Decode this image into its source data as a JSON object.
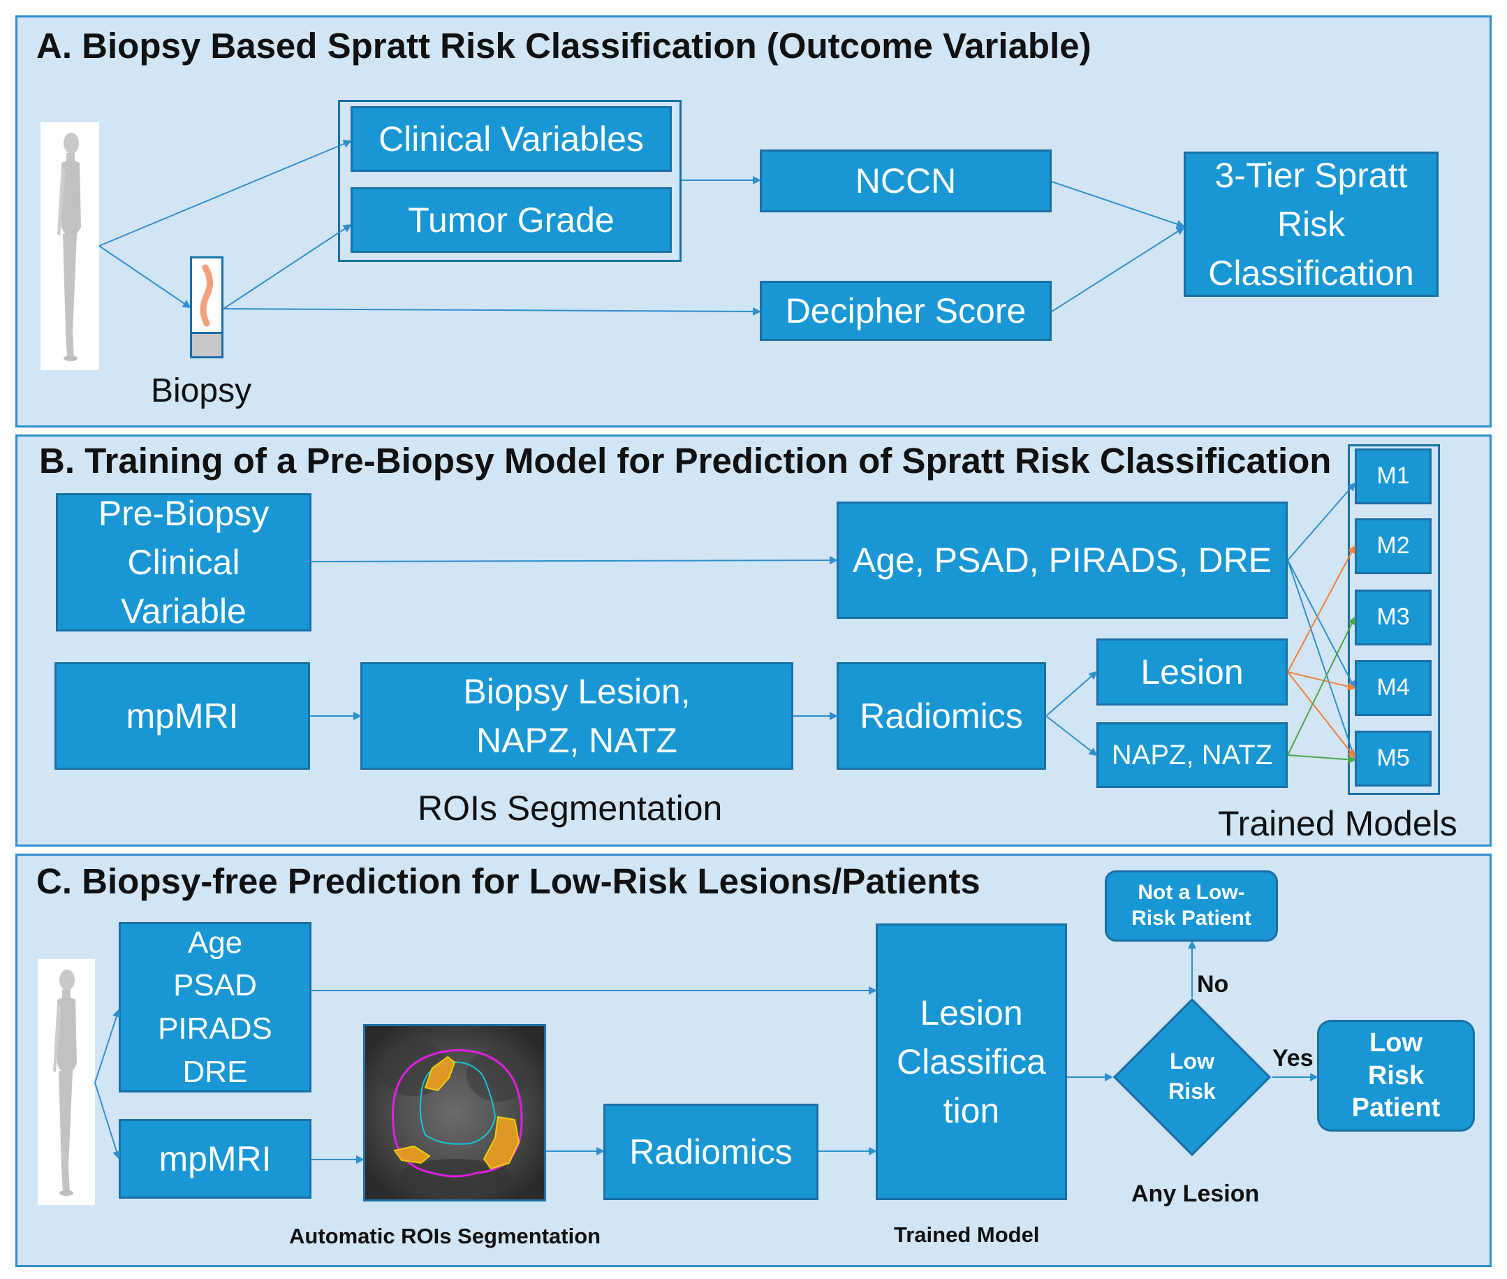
{
  "panel_a": {
    "title": "A. Biopsy Based Spratt Risk Classification (Outcome Variable)",
    "clinical_variables": "Clinical Variables",
    "tumor_grade": "Tumor Grade",
    "nccn": "NCCN",
    "decipher_score": "Decipher Score",
    "spratt": "3-Tier Spratt\nRisk\nClassification",
    "biopsy_label": "Biopsy"
  },
  "panel_b": {
    "title": "B. Training of a Pre-Biopsy Model for Prediction of Spratt Risk Classification",
    "pre_biopsy": "Pre-Biopsy\nClinical\nVariable",
    "clinical_features": "Age, PSAD, PIRADS, DRE",
    "mpmri": "mpMRI",
    "rois": "Biopsy Lesion,\nNAPZ, NATZ",
    "radiomics": "Radiomics",
    "lesion": "Lesion",
    "napz_natz": "NAPZ, NATZ",
    "models": [
      "M1",
      "M2",
      "M3",
      "M4",
      "M5"
    ],
    "rois_label": "ROIs Segmentation",
    "trained_models_label": "Trained Models"
  },
  "panel_c": {
    "title": "C. Biopsy-free Prediction for Low-Risk Lesions/Patients",
    "clinical": "Age\nPSAD\nPIRADS\nDRE",
    "mpmri": "mpMRI",
    "radiomics": "Radiomics",
    "lesion_classification": "Lesion\nClassifica\ntion",
    "not_low_risk": "Not a Low-\nRisk Patient",
    "low_risk_diamond": "Low\nRisk",
    "low_risk_patient": "Low\nRisk\nPatient",
    "no_label": "No",
    "yes_label": "Yes",
    "any_lesion_label": "Any Lesion",
    "auto_seg_label": "Automatic ROIs Segmentation",
    "trained_model_label": "Trained Model"
  },
  "colors": {
    "panel_bg": "#d2e5f4",
    "panel_border": "#2e8fcf",
    "box_fill": "#1897d4",
    "arrow": "#2e8fcf",
    "arrow_orange": "#f07f3c",
    "arrow_green": "#4aa84a"
  }
}
